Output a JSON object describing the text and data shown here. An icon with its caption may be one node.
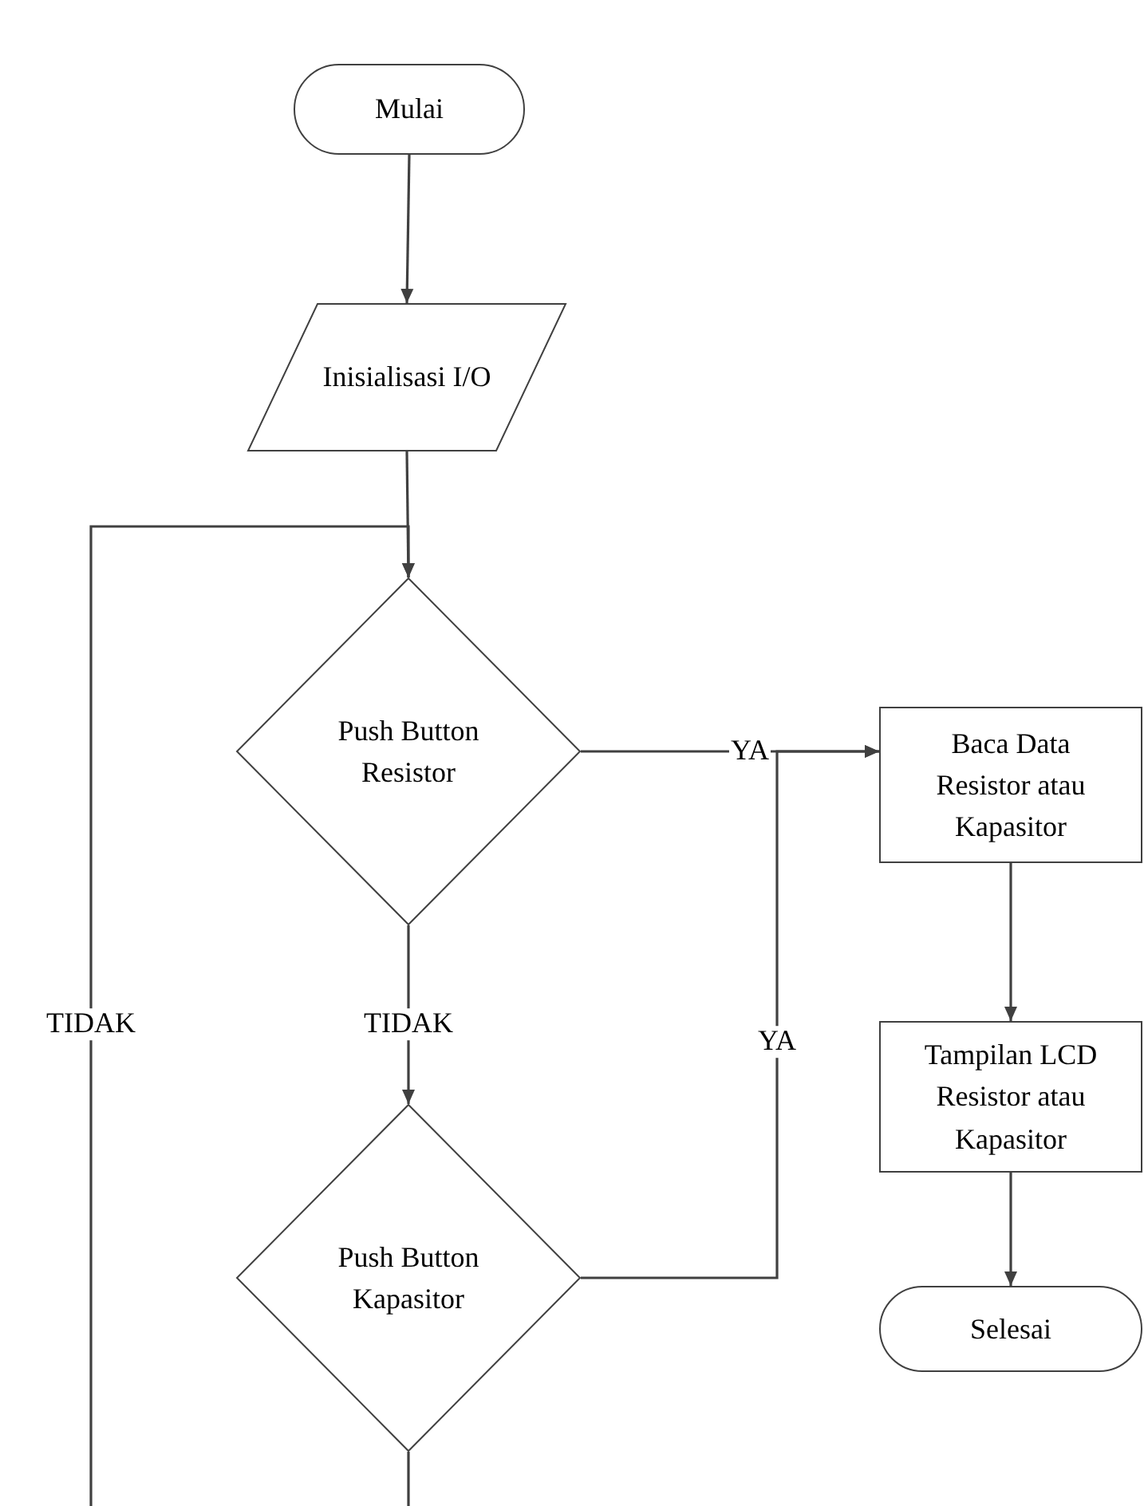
{
  "diagram": {
    "nodes": [
      {
        "text": [
          "Mulai"
        ]
      },
      {
        "text": [
          "Inisialisasi I/O"
        ]
      },
      {
        "text": [
          "Push Button Resistor"
        ]
      },
      {
        "text": [
          "Baca Data Resistor atau Kapasitor"
        ]
      },
      {
        "text": [
          "Tampilan LCD Resistor atau Kapasitor"
        ]
      },
      {
        "text": [
          "Push Button Kapasitor"
        ]
      },
      {
        "text": [
          "Selesai"
        ]
      }
    ],
    "edges": [
      {
        "from": 0,
        "to": 1,
        "arrow": "to"
      },
      {
        "from": 1,
        "to": 2,
        "arrow": "to"
      },
      {
        "from": 2,
        "to": 3,
        "arrow": "to",
        "label": "YA"
      },
      {
        "from": 3,
        "to": 4,
        "arrow": "to"
      },
      {
        "from": 2,
        "to": 5,
        "arrow": "to",
        "label": "TIDAK"
      },
      {
        "from": 5,
        "to": 3,
        "arrow": "to",
        "label": "YA"
      },
      {
        "from": 4,
        "to": 6,
        "arrow": "to"
      },
      {
        "from": 5,
        "to": 2,
        "arrow": "to",
        "label": "TIDAK"
      }
    ]
  }
}
